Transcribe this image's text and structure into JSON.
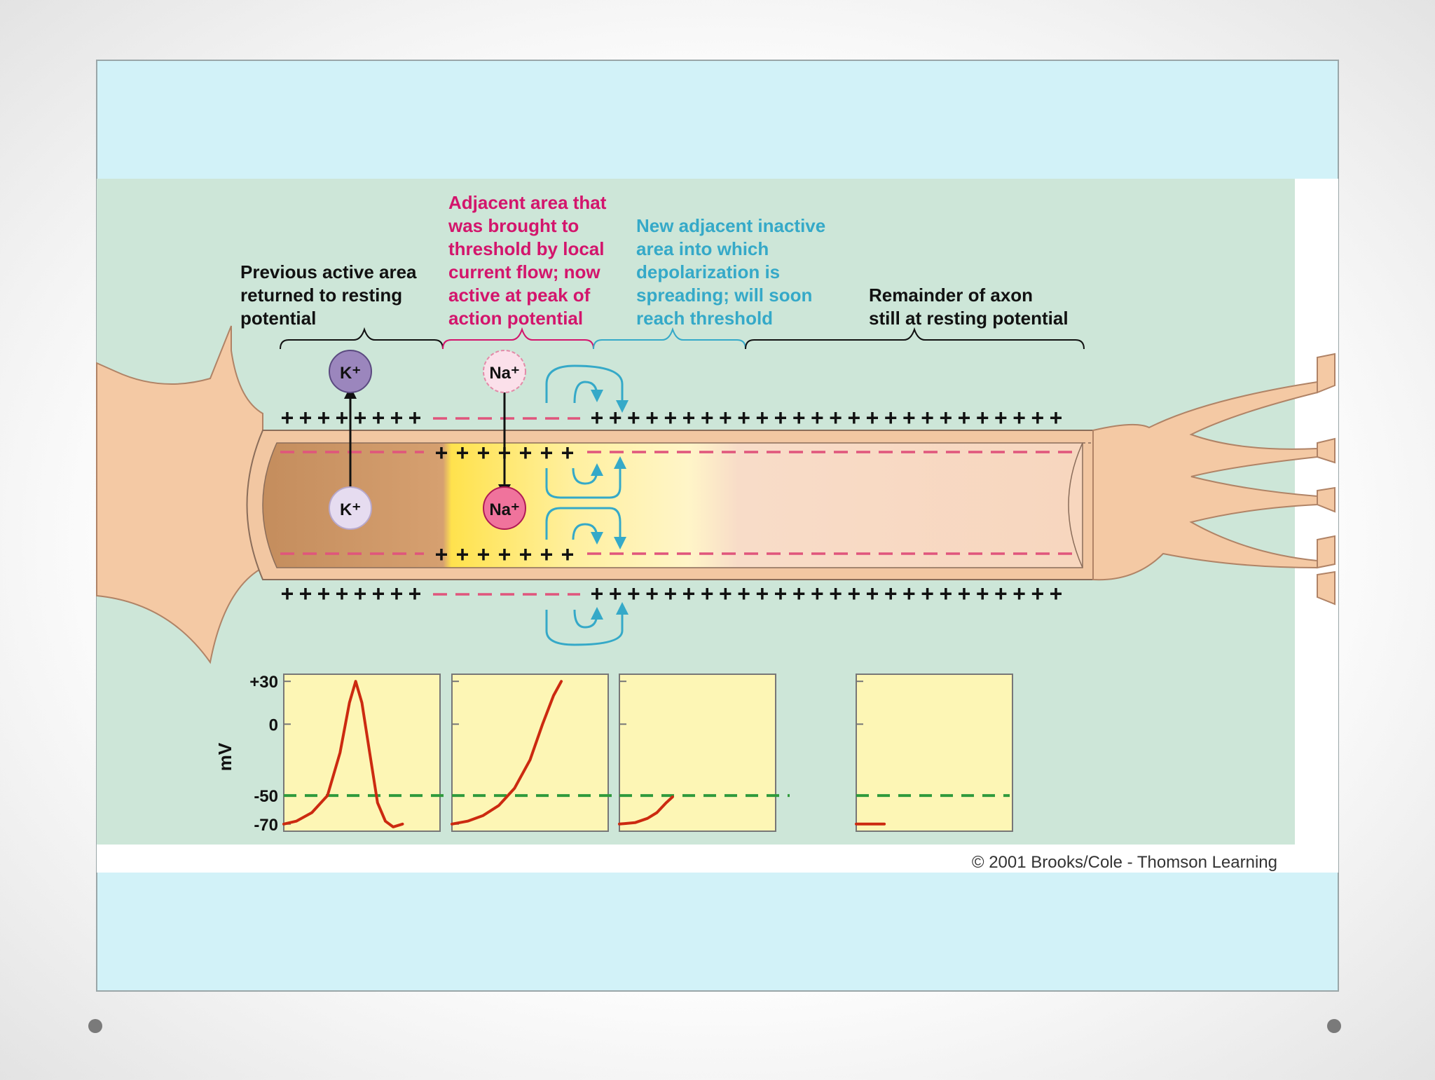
{
  "labels": {
    "previous": [
      "Previous active area",
      "returned to resting",
      "potential"
    ],
    "adjacent": [
      "Adjacent area that",
      "was brought to",
      "threshold by local",
      "current flow; now",
      "active at peak of",
      "action potential"
    ],
    "new_inactive": [
      "New adjacent inactive",
      "area into which",
      "depolarization is",
      "spreading; will soon",
      "reach threshold"
    ],
    "remainder": [
      "Remainder of axon",
      "still at resting potential"
    ]
  },
  "ions": {
    "k_out": "K⁺",
    "k_in": "K⁺",
    "na_out": "Na⁺",
    "na_in": "Na⁺"
  },
  "graphs": {
    "y_axis_label": "mV",
    "y_ticks": [
      "+30",
      "0",
      "-50",
      "-70"
    ],
    "panels": [
      {
        "name": "previous-area",
        "trace": [
          [
            0.0,
            -70
          ],
          [
            0.08,
            -68
          ],
          [
            0.18,
            -62
          ],
          [
            0.28,
            -50
          ],
          [
            0.36,
            -20
          ],
          [
            0.42,
            15
          ],
          [
            0.46,
            30
          ],
          [
            0.5,
            15
          ],
          [
            0.55,
            -20
          ],
          [
            0.6,
            -55
          ],
          [
            0.65,
            -68
          ],
          [
            0.7,
            -72
          ],
          [
            0.76,
            -70
          ]
        ]
      },
      {
        "name": "active-area",
        "trace": [
          [
            0.0,
            -70
          ],
          [
            0.1,
            -68
          ],
          [
            0.2,
            -64
          ],
          [
            0.3,
            -57
          ],
          [
            0.4,
            -45
          ],
          [
            0.5,
            -25
          ],
          [
            0.58,
            0
          ],
          [
            0.65,
            20
          ],
          [
            0.7,
            30
          ]
        ]
      },
      {
        "name": "spreading-area",
        "trace": [
          [
            0.0,
            -70
          ],
          [
            0.1,
            -69
          ],
          [
            0.18,
            -66
          ],
          [
            0.24,
            -62
          ],
          [
            0.3,
            -55
          ],
          [
            0.34,
            -51
          ]
        ]
      },
      {
        "name": "resting-area",
        "trace": [
          [
            0.0,
            -70
          ],
          [
            0.18,
            -70
          ]
        ]
      }
    ],
    "threshold_mv": -50
  },
  "copyright": "© 2001 Brooks/Cole - Thomson Learning",
  "colors": {
    "frame_blue": "#d2f2f8",
    "diagram_green": "#cde6d8",
    "membrane": "#f4c9a4",
    "pink_label": "#d3156c",
    "teal_label": "#35a9c8",
    "trace_red": "#cc2a10",
    "threshold_green": "#2f9a3c",
    "graph_fill": "#fdf6b5"
  }
}
